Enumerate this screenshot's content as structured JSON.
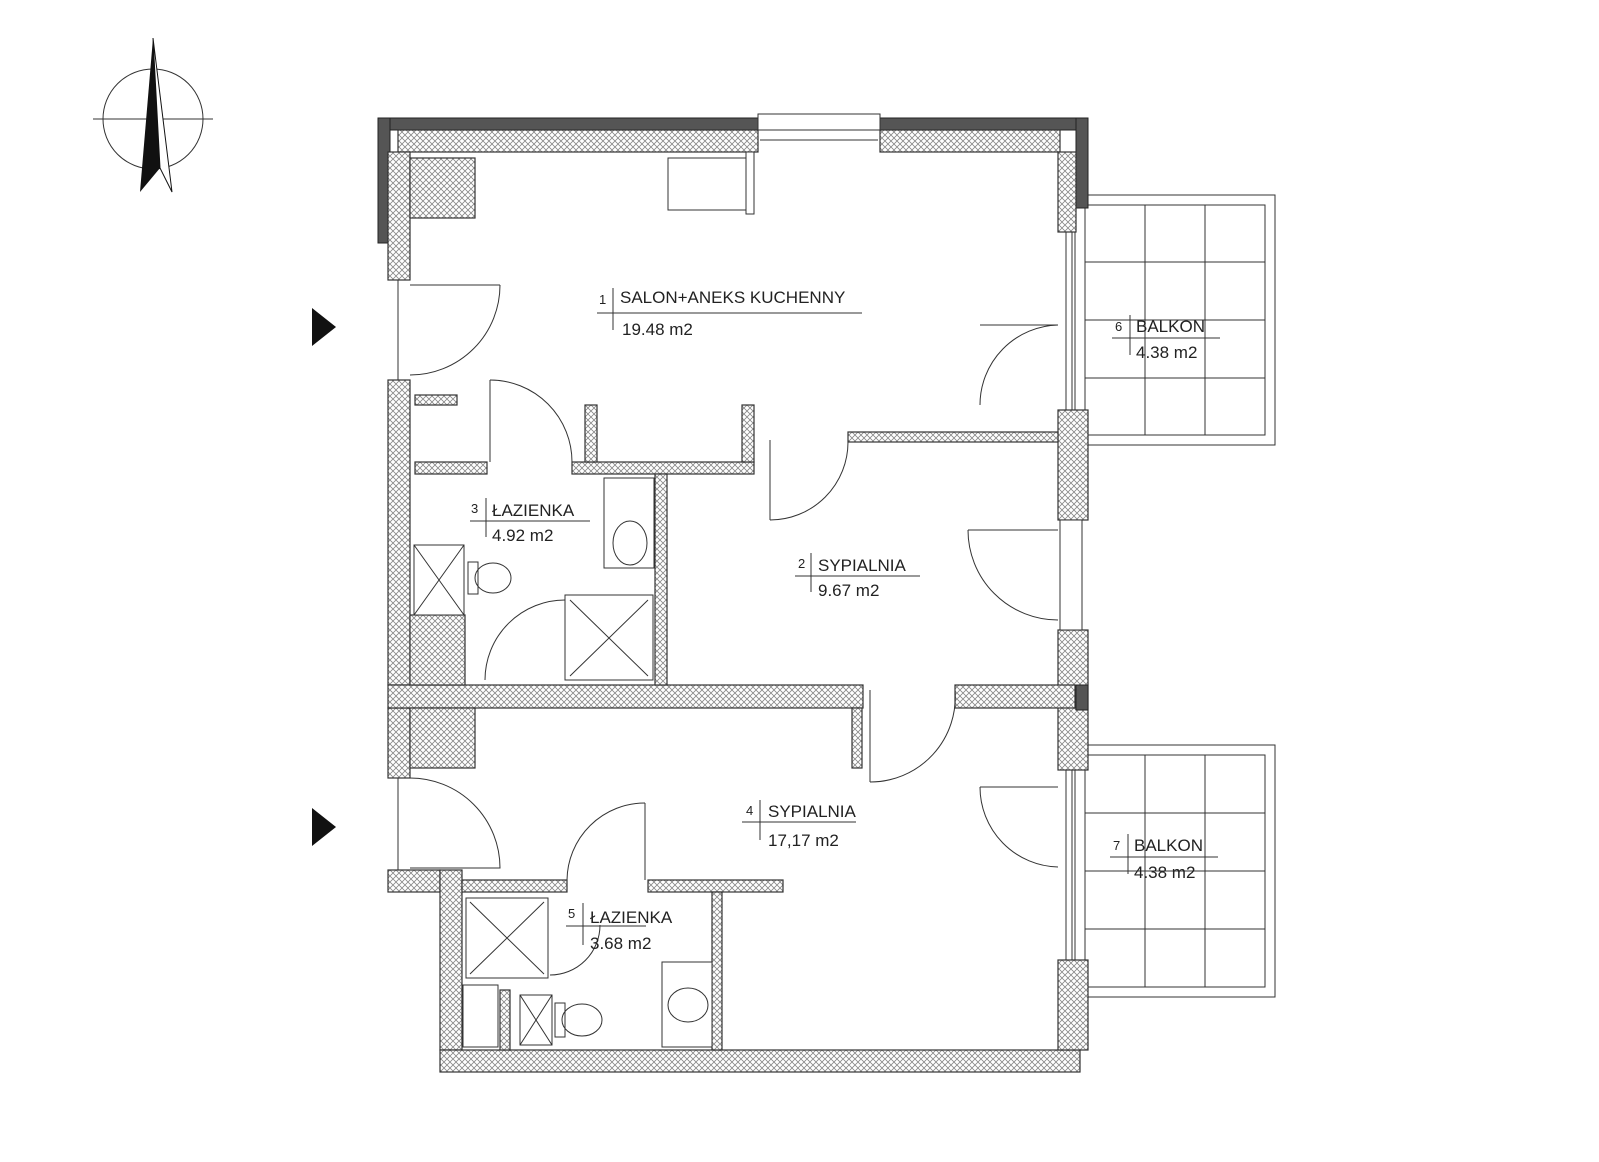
{
  "rooms": [
    {
      "number": "1",
      "name": "SALON+ANEKS KUCHENNY",
      "area": "19.48 m2"
    },
    {
      "number": "2",
      "name": "SYPIALNIA",
      "area": "9.67 m2"
    },
    {
      "number": "3",
      "name": "ŁAZIENKA",
      "area": "4.92 m2"
    },
    {
      "number": "4",
      "name": "SYPIALNIA",
      "area": "17,17 m2"
    },
    {
      "number": "5",
      "name": "ŁAZIENKA",
      "area": "3.68 m2"
    },
    {
      "number": "6",
      "name": "BALKON",
      "area": "4.38 m2"
    },
    {
      "number": "7",
      "name": "BALKON",
      "area": "4.38 m2"
    }
  ],
  "colors": {
    "line": "#333333",
    "wall_solid": "#555555",
    "background": "#ffffff"
  }
}
